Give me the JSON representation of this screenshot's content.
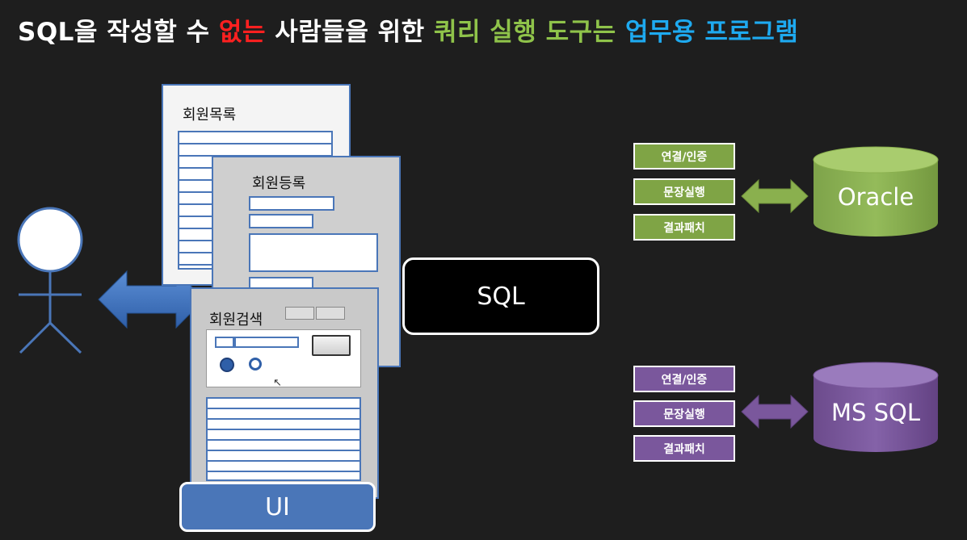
{
  "title": {
    "parts": [
      {
        "text": "SQL을 작성할 수 ",
        "color": "#ffffff"
      },
      {
        "text": "없는",
        "color": "#ff2020"
      },
      {
        "text": " 사람들을 위한 ",
        "color": "#ffffff"
      },
      {
        "text": "쿼리 실행 도구는",
        "color": "#8fc34a"
      },
      {
        "text": " 업무용 프로그램",
        "color": "#1eaaf0"
      }
    ]
  },
  "windows": {
    "list_label": "회원목록",
    "register_label": "회원등록",
    "search_label": "회원검색"
  },
  "sql_box": {
    "label": "SQL"
  },
  "ui_box": {
    "label": "UI"
  },
  "oracle": {
    "label": "Oracle",
    "color": "#8ab04e",
    "steps": [
      "연결/인증",
      "문장실행",
      "결과패치"
    ]
  },
  "mssql": {
    "label": "MS SQL",
    "color": "#7a579c",
    "steps": [
      "연결/인증",
      "문장실행",
      "결과패치"
    ]
  },
  "colors": {
    "accent_blue": "#4a76b8",
    "green": "#7fa445",
    "purple": "#7a579c"
  }
}
